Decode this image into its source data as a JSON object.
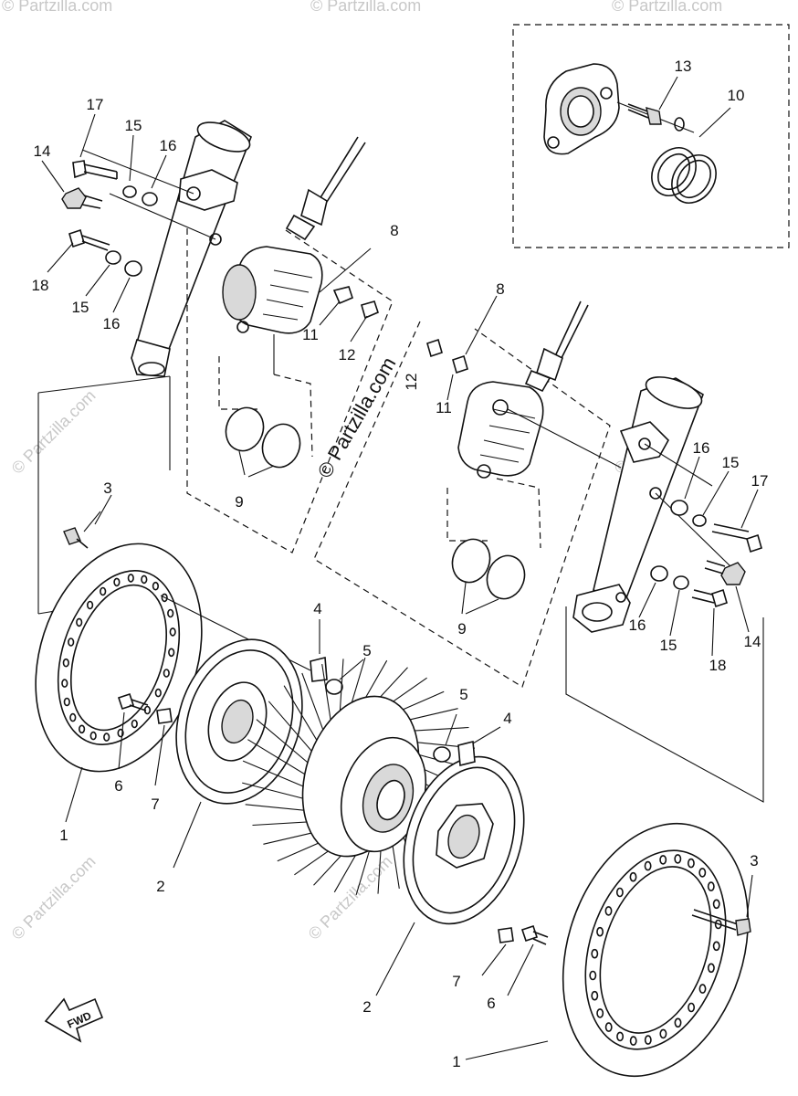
{
  "diagram": {
    "watermark_text": "© Partzilla.com",
    "center_watermark_text": "© Partzilla.com",
    "fwd_label": "FWD",
    "callouts": {
      "disc_left": "1",
      "disc_right": "1",
      "plate_left": "2",
      "plate_right": "2",
      "bolt3_left": "3",
      "bolt3_right": "3",
      "clip4_left": "4",
      "clip4_right": "4",
      "nut5_left": "5",
      "nut5_right": "5",
      "bolt6_left": "6",
      "bolt6_right": "6",
      "washer7_left": "7",
      "washer7_right": "7",
      "caliper8_left": "8",
      "caliper8_right": "8",
      "pads9_left": "9",
      "pads9_right": "9",
      "seal10": "10",
      "bleeder11_left": "11",
      "bleeder11_right": "11",
      "cap12_left": "12",
      "cap12_right": "12",
      "bolt13": "13",
      "bolt14_left": "14",
      "bolt14_right": "14",
      "washer15_left_top": "15",
      "washer15_left_bottom": "15",
      "washer15_right_top": "15",
      "washer15_right_bottom": "15",
      "washer16_left_top": "16",
      "washer16_left_bottom": "16",
      "washer16_right_top": "16",
      "washer16_right_bottom": "16",
      "bolt17_left": "17",
      "bolt17_right": "17",
      "bolt18_left": "18",
      "bolt18_right": "18"
    }
  }
}
